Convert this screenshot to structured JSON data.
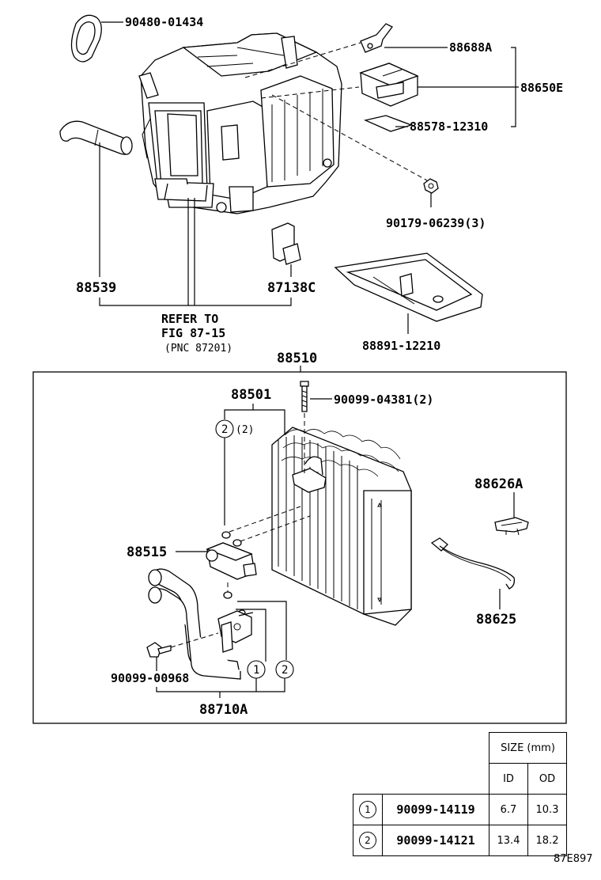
{
  "labels": {
    "p90480": "90480-01434",
    "p88688": "88688A",
    "p88650": "88650E",
    "p88578": "88578-12310",
    "p90179": "90179-06239(3)",
    "p88539": "88539",
    "p87138": "87138C",
    "refer1": "REFER TO",
    "refer2": "FIG 87-15",
    "refer3": "(PNC 87201)",
    "p88891": "88891-12210",
    "p88510": "88510",
    "p88501": "88501",
    "p90099_04381": "90099-04381(2)",
    "ref2_qty": "(2)",
    "p88626": "88626A",
    "p88515": "88515",
    "p88625": "88625",
    "p90099_00968": "90099-00968",
    "p88710": "88710A",
    "callout1": "1",
    "callout2": "2"
  },
  "size_table": {
    "header": "SIZE (mm)",
    "col_id": "ID",
    "col_od": "OD",
    "rows": [
      {
        "ref": "1",
        "part": "90099-14119",
        "id": "6.7",
        "od": "10.3"
      },
      {
        "ref": "2",
        "part": "90099-14121",
        "id": "13.4",
        "od": "18.2"
      }
    ]
  },
  "figure_code": "87E897"
}
